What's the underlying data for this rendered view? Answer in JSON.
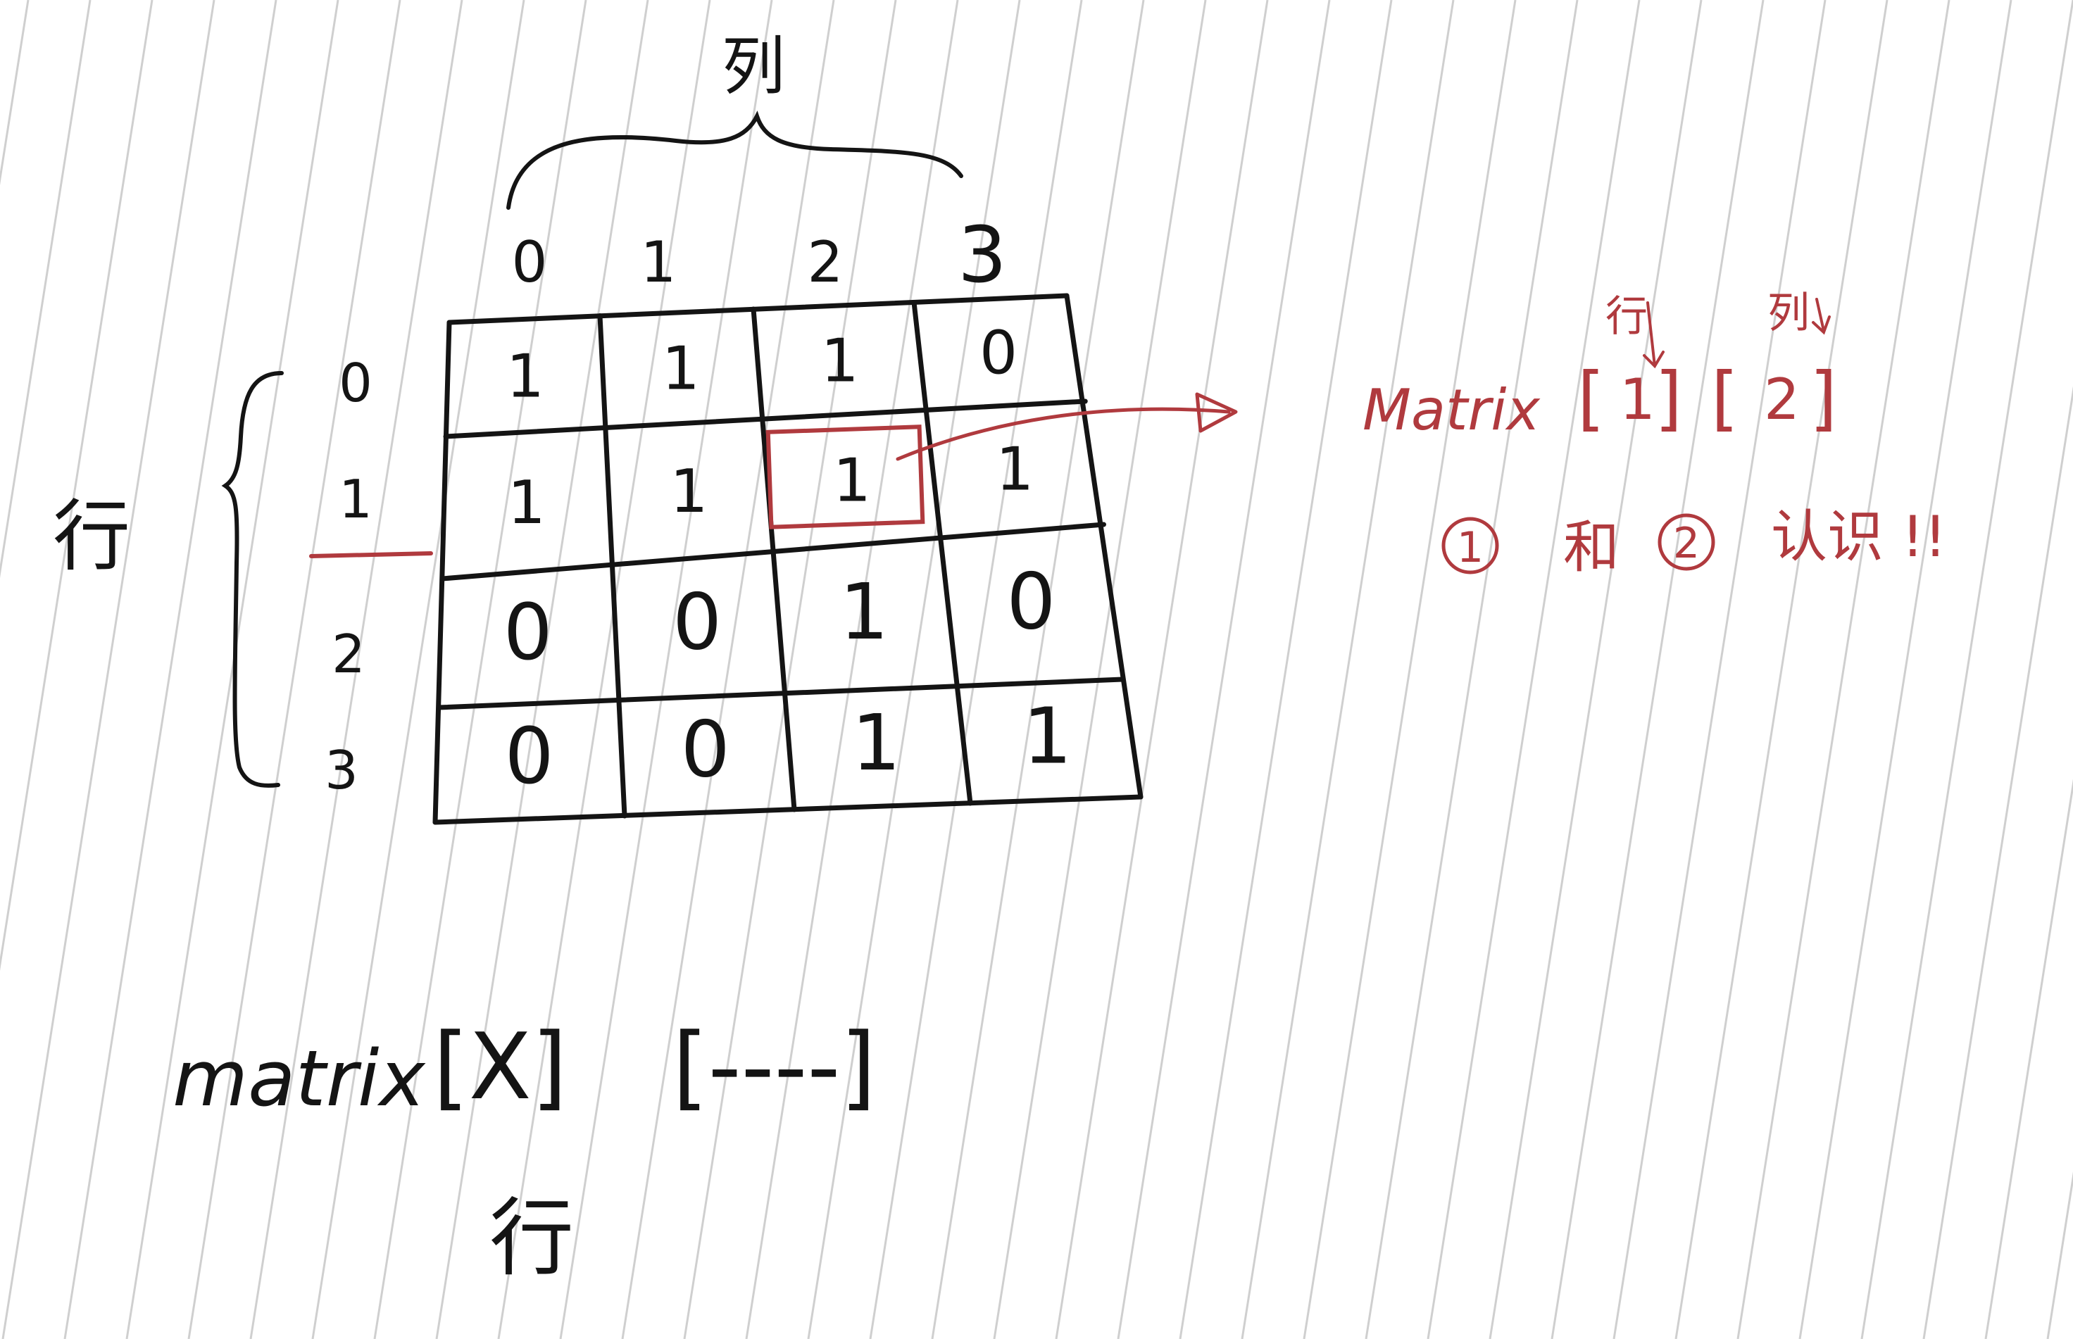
{
  "colors": {
    "ink": "#141414",
    "red_ink": "#b03a3e",
    "paper_line": "#c9c9c9",
    "paper": "#ffffff"
  },
  "header": {
    "column_label": "列"
  },
  "column_indices": [
    "0",
    "1",
    "2",
    "3"
  ],
  "row_label": "行",
  "row_indices": [
    "0",
    "1",
    "2",
    "3"
  ],
  "matrix": {
    "rows": [
      [
        "1",
        "1",
        "1",
        "0"
      ],
      [
        "1",
        "1",
        "1",
        "1"
      ],
      [
        "0",
        "0",
        "1",
        "0"
      ],
      [
        "0",
        "0",
        "1",
        "1"
      ]
    ],
    "highlighted_cell": {
      "row": 1,
      "col": 2
    }
  },
  "annotation": {
    "expr_name": "Matrix",
    "index1": "1",
    "index2": "2",
    "label_row": "行",
    "label_col": "列",
    "note_item1": "1",
    "note_joiner": "和",
    "note_item2": "2",
    "note_text": "认识 !!"
  },
  "bottom": {
    "expr_name": "matrix",
    "bracket1": "[X]",
    "bracket2": "[----]",
    "caption": "行"
  }
}
